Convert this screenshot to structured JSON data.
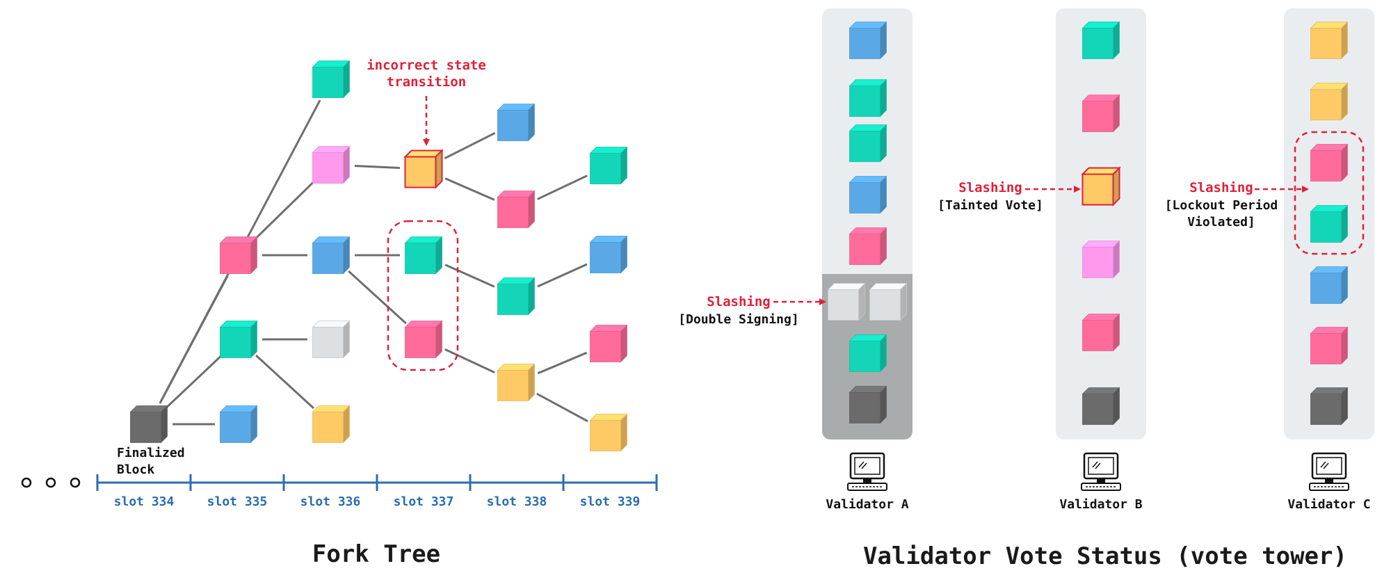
{
  "colors": {
    "teal": "#13d6b8",
    "blue": "#5aa9e6",
    "pink": "#ff6b9b",
    "violet": "#ff99ee",
    "orange": "#ffca66",
    "gray": "#6b6b6b",
    "silver": "#dde0e3",
    "column_bg": "#e9edf0",
    "column_finalized_bg": "#a9acad",
    "edge": "#6e6e6e",
    "slashing_red": "#e0203a",
    "slot_blue": "#2b6cb0"
  },
  "fork_tree": {
    "title": "Fork Tree",
    "finalized_label_line1": "Finalized",
    "finalized_label_line2": "Block",
    "incorrect_label_line1": "incorrect state",
    "incorrect_label_line2": "transition",
    "slots": [
      "slot 334",
      "slot 335",
      "slot 336",
      "slot 337",
      "slot 338",
      "slot 339"
    ],
    "ellipsis": "○ ○ ○",
    "blocks": [
      {
        "id": "b0",
        "color": "gray",
        "slot": "slot 334"
      },
      {
        "id": "b1",
        "color": "pink",
        "slot": "slot 335"
      },
      {
        "id": "b2",
        "color": "teal",
        "slot": "slot 335"
      },
      {
        "id": "b3",
        "color": "blue",
        "slot": "slot 335"
      },
      {
        "id": "b4",
        "color": "teal",
        "slot": "slot 336"
      },
      {
        "id": "b5",
        "color": "violet",
        "slot": "slot 336"
      },
      {
        "id": "b6",
        "color": "blue",
        "slot": "slot 336"
      },
      {
        "id": "b7",
        "color": "silver",
        "slot": "slot 336"
      },
      {
        "id": "b8",
        "color": "orange",
        "slot": "slot 336"
      },
      {
        "id": "b9",
        "color": "orange",
        "slot": "slot 337",
        "faulty": true
      },
      {
        "id": "b10",
        "color": "teal",
        "slot": "slot 337"
      },
      {
        "id": "b11",
        "color": "pink",
        "slot": "slot 337"
      },
      {
        "id": "b12",
        "color": "blue",
        "slot": "slot 338"
      },
      {
        "id": "b13",
        "color": "pink",
        "slot": "slot 338"
      },
      {
        "id": "b14",
        "color": "teal",
        "slot": "slot 338"
      },
      {
        "id": "b15",
        "color": "orange",
        "slot": "slot 338"
      },
      {
        "id": "b16",
        "color": "teal",
        "slot": "slot 339"
      },
      {
        "id": "b17",
        "color": "blue",
        "slot": "slot 339"
      },
      {
        "id": "b18",
        "color": "pink",
        "slot": "slot 339"
      },
      {
        "id": "b19",
        "color": "orange",
        "slot": "slot 339"
      }
    ],
    "edges": [
      [
        "b0",
        "b4"
      ],
      [
        "b0",
        "b1"
      ],
      [
        "b0",
        "b2"
      ],
      [
        "b0",
        "b3"
      ],
      [
        "b1",
        "b5"
      ],
      [
        "b1",
        "b6"
      ],
      [
        "b2",
        "b7"
      ],
      [
        "b2",
        "b8"
      ],
      [
        "b5",
        "b9"
      ],
      [
        "b6",
        "b10"
      ],
      [
        "b6",
        "b11"
      ],
      [
        "b9",
        "b12"
      ],
      [
        "b9",
        "b13"
      ],
      [
        "b10",
        "b14"
      ],
      [
        "b11",
        "b15"
      ],
      [
        "b13",
        "b16"
      ],
      [
        "b14",
        "b17"
      ],
      [
        "b15",
        "b18"
      ],
      [
        "b15",
        "b19"
      ]
    ]
  },
  "vote_tower": {
    "title": "Validator Vote Status (vote tower)",
    "validators": [
      {
        "name": "Validator A",
        "slashing_label": "Slashing",
        "slashing_reason": "[Double Signing]",
        "votes": [
          "blue",
          "teal",
          "teal",
          "blue",
          "pink"
        ],
        "double_signed": [
          "silver",
          "silver"
        ],
        "finalized_votes": [
          "teal",
          "gray"
        ]
      },
      {
        "name": "Validator B",
        "slashing_label": "Slashing",
        "slashing_reason": "[Tainted Vote]",
        "votes": [
          "teal",
          "pink",
          "orange",
          "violet",
          "pink",
          "gray"
        ]
      },
      {
        "name": "Validator C",
        "slashing_label": "Slashing",
        "slashing_reason_line1": "[Lockout Period",
        "slashing_reason_line2": "Violated]",
        "votes": [
          "orange",
          "orange",
          "pink",
          "teal",
          "blue",
          "pink",
          "gray"
        ]
      }
    ]
  }
}
